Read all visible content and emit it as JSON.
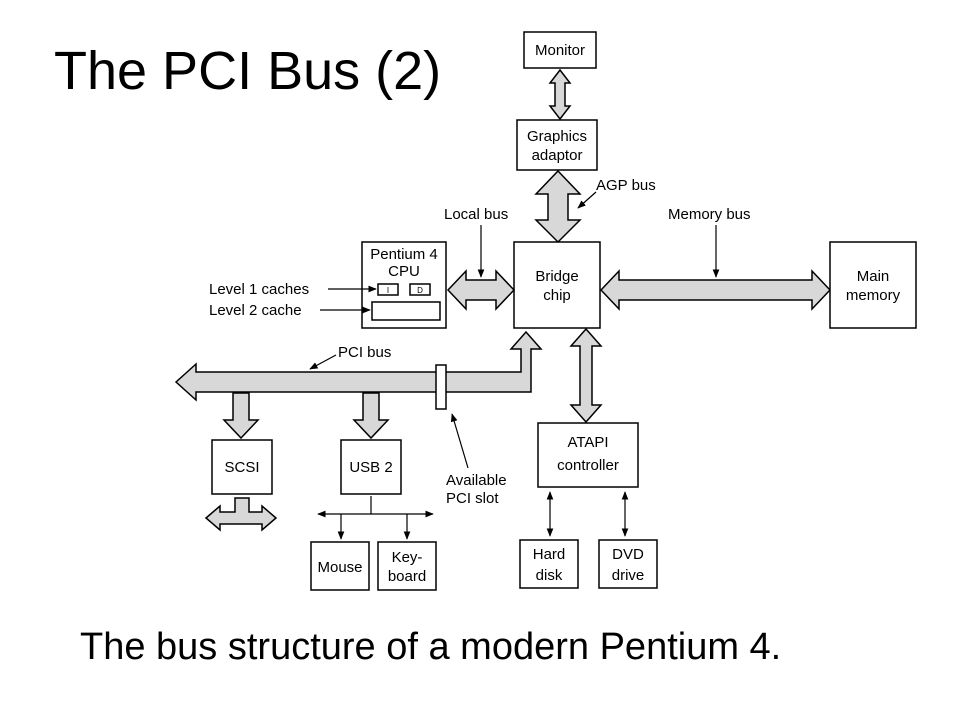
{
  "title": "The PCI Bus (2)",
  "caption": "The bus structure of a modern Pentium 4.",
  "diagram": {
    "monitor": "Monitor",
    "graphics_line1": "Graphics",
    "graphics_line2": "adaptor",
    "agp_bus": "AGP bus",
    "local_bus": "Local bus",
    "memory_bus": "Memory bus",
    "cpu_line1": "Pentium 4",
    "cpu_line2": "CPU",
    "cache_i": "I",
    "cache_d": "D",
    "level1": "Level 1 caches",
    "level2": "Level 2 cache",
    "bridge_line1": "Bridge",
    "bridge_line2": "chip",
    "memory_line1": "Main",
    "memory_line2": "memory",
    "pci_bus": "PCI bus",
    "scsi": "SCSI",
    "usb": "USB 2",
    "slot_line1": "Available",
    "slot_line2": "PCI slot",
    "atapi_line1": "ATAPI",
    "atapi_line2": "controller",
    "mouse": "Mouse",
    "keyboard_line1": "Key-",
    "keyboard_line2": "board",
    "disk_line1": "Hard",
    "disk_line2": "disk",
    "dvd_line1": "DVD",
    "dvd_line2": "drive"
  }
}
